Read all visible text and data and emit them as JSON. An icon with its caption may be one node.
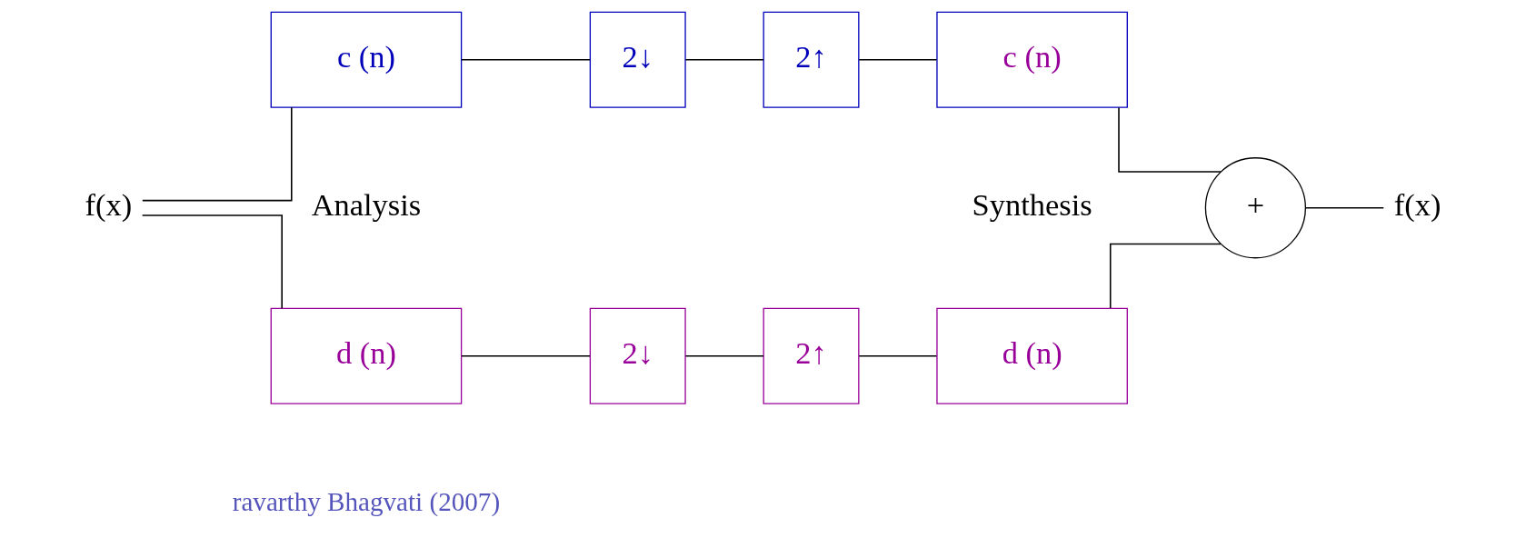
{
  "diagram": {
    "nodes": [
      {
        "text": [
          "f(x)"
        ]
      },
      {
        "text": [
          "c (n)"
        ]
      },
      {
        "text": [
          "2↓"
        ]
      },
      {
        "text": [
          "d (n)"
        ]
      },
      {
        "text": [
          "2↓"
        ]
      },
      {
        "text": [
          "2↑"
        ]
      },
      {
        "text": [
          "c (n)"
        ]
      },
      {
        "text": [
          "2↑"
        ]
      },
      {
        "text": [
          "d (n)"
        ]
      },
      {
        "text": [
          "+"
        ]
      },
      {
        "text": [
          "f(x)"
        ]
      }
    ],
    "edges": [
      {
        "from": 0,
        "to": 1,
        "arrow": "none"
      },
      {
        "from": 0,
        "to": 3,
        "arrow": "none"
      },
      {
        "from": 1,
        "to": 2,
        "arrow": "none"
      },
      {
        "from": 2,
        "to": 5,
        "arrow": "none"
      },
      {
        "from": 5,
        "to": 6,
        "arrow": "none"
      },
      {
        "from": 6,
        "to": 9,
        "arrow": "none"
      },
      {
        "from": 3,
        "to": 4,
        "arrow": "none"
      },
      {
        "from": 4,
        "to": 7,
        "arrow": "none"
      },
      {
        "from": 7,
        "to": 8,
        "arrow": "none"
      },
      {
        "from": 8,
        "to": 9,
        "arrow": "none"
      },
      {
        "from": 9,
        "to": 10,
        "arrow": "none"
      }
    ],
    "labels": [
      "Analysis",
      "Synthesis",
      "ravarthy Bhagvati (2007)"
    ]
  }
}
